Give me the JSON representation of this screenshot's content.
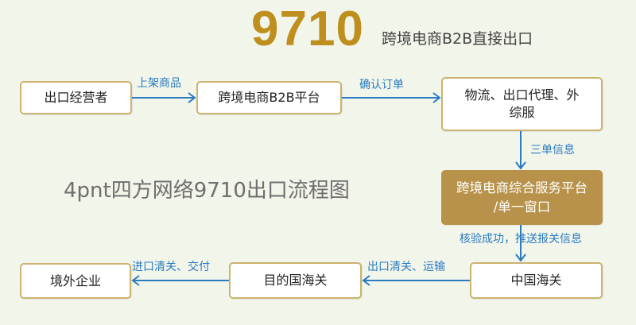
{
  "header": {
    "code": "9710",
    "subtitle": "跨境电商B2B直接出口"
  },
  "watermark": "4pnt四方网络9710出口流程图",
  "colors": {
    "background": "#F2F5EA",
    "title_gold": "#BE8F1E",
    "box_border": "#CDB270",
    "highlight_box": "#B8924A",
    "arrow_blue": "#2A7BC0"
  },
  "nodes": {
    "exporter": "出口经营者",
    "b2b_platform": "跨境电商B2B平台",
    "logistics": "物流、出口代理、外综服",
    "single_window_line1": "跨境电商综合服务平台",
    "single_window_line2": "/单一窗口",
    "china_customs": "中国海关",
    "destination_customs": "目的国海关",
    "overseas_company": "境外企业"
  },
  "edges": {
    "list_goods": "上架商品",
    "confirm_order": "确认订单",
    "three_docs": "三单信息",
    "verify_push": "核验成功，推送报关信息",
    "export_clear": "出口清关、运输",
    "import_clear": "进口清关、交付"
  }
}
